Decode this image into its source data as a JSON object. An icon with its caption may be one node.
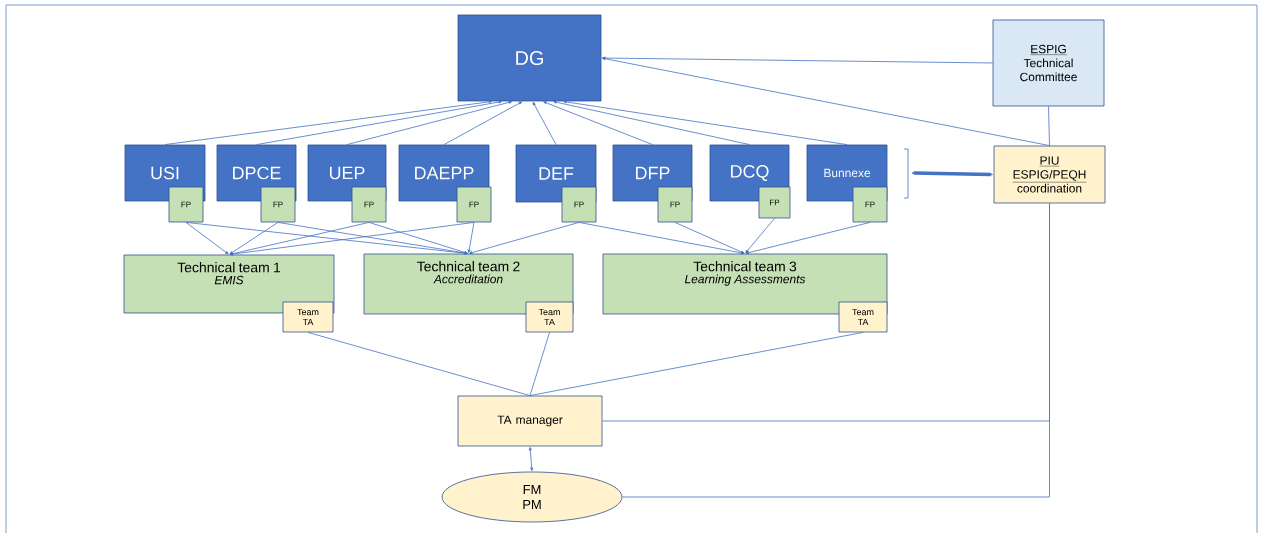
{
  "diagram": {
    "nodes": [
      {
        "text": [
          "DG"
        ]
      },
      {
        "text": [
          "ESPIG",
          "Technical Committee"
        ]
      },
      {
        "text": [
          "USI"
        ]
      },
      {
        "text": [
          "DPCE"
        ]
      },
      {
        "text": [
          "UEP"
        ]
      },
      {
        "text": [
          "DAEPP"
        ]
      },
      {
        "text": [
          "DEF"
        ]
      },
      {
        "text": [
          "DFP"
        ]
      },
      {
        "text": [
          "DCQ"
        ]
      },
      {
        "text": [
          "Bunnexe"
        ]
      },
      {
        "text": [
          "FP"
        ]
      },
      {
        "text": [
          "FP"
        ]
      },
      {
        "text": [
          "FP"
        ]
      },
      {
        "text": [
          "FP"
        ]
      },
      {
        "text": [
          "FP"
        ]
      },
      {
        "text": [
          "FP"
        ]
      },
      {
        "text": [
          "FP"
        ]
      },
      {
        "text": [
          "FP"
        ]
      },
      {
        "text": [
          "PIU",
          "ESPIG/PEQH",
          "coordination"
        ]
      },
      {
        "text": [
          "Technical team 1",
          "EMIS"
        ]
      },
      {
        "text": [
          "Technical team 2",
          "Accreditation"
        ]
      },
      {
        "text": [
          "Technical team 3",
          "Learning Assessments"
        ]
      },
      {
        "text": [
          "Team TA"
        ]
      },
      {
        "text": [
          "Team TA"
        ]
      },
      {
        "text": [
          "Team TA"
        ]
      },
      {
        "text": [
          "TA manager"
        ]
      },
      {
        "text": [
          "FM PM"
        ]
      }
    ],
    "edges": [
      {
        "from": 2,
        "to": 0,
        "arrow": "to"
      },
      {
        "from": 3,
        "to": 0,
        "arrow": "to"
      },
      {
        "from": 4,
        "to": 0,
        "arrow": "to"
      },
      {
        "from": 5,
        "to": 0,
        "arrow": "to"
      },
      {
        "from": 6,
        "to": 0,
        "arrow": "to"
      },
      {
        "from": 7,
        "to": 0,
        "arrow": "to"
      },
      {
        "from": 8,
        "to": 0,
        "arrow": "to"
      },
      {
        "from": 9,
        "to": 0,
        "arrow": "to"
      },
      {
        "from": 1,
        "to": 0,
        "arrow": "to"
      },
      {
        "from": 18,
        "to": 0,
        "arrow": "to"
      },
      {
        "from": 18,
        "to": 1,
        "arrow": "none"
      },
      {
        "from": null,
        "to": 18,
        "arrow": "both",
        "style": "thick"
      },
      {
        "from": 10,
        "to": 19,
        "arrow": "to"
      },
      {
        "from": 10,
        "to": 20,
        "arrow": "to"
      },
      {
        "from": 11,
        "to": 19,
        "arrow": "to"
      },
      {
        "from": 11,
        "to": 20,
        "arrow": "to"
      },
      {
        "from": 12,
        "to": 19,
        "arrow": "to"
      },
      {
        "from": 12,
        "to": 20,
        "arrow": "to"
      },
      {
        "from": 13,
        "to": 19,
        "arrow": "to"
      },
      {
        "from": 13,
        "to": 20,
        "arrow": "to"
      },
      {
        "from": 14,
        "to": 20,
        "arrow": "to"
      },
      {
        "from": 14,
        "to": 21,
        "arrow": "to"
      },
      {
        "from": 15,
        "to": 21,
        "arrow": "to"
      },
      {
        "from": 16,
        "to": 21,
        "arrow": "to"
      },
      {
        "from": 17,
        "to": 21,
        "arrow": "to"
      },
      {
        "from": 22,
        "to": 25,
        "arrow": "none"
      },
      {
        "from": 23,
        "to": 25,
        "arrow": "none"
      },
      {
        "from": 24,
        "to": 25,
        "arrow": "none"
      },
      {
        "from": 25,
        "to": 26,
        "arrow": "both"
      },
      {
        "from": 25,
        "to": 18,
        "arrow": "none"
      },
      {
        "from": 26,
        "to": 18,
        "arrow": "none"
      }
    ]
  }
}
